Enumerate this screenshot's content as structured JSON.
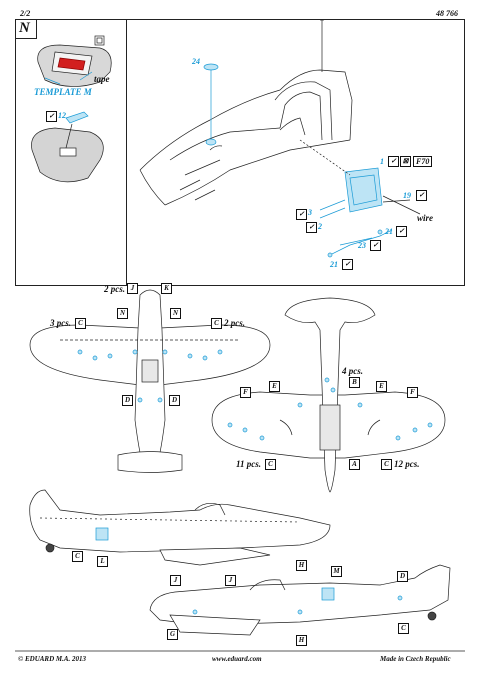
{
  "header": {
    "page": "2/2",
    "code": "48 766"
  },
  "section_n": {
    "letter": "N",
    "tape": "tape",
    "template": "TEMPLATE M",
    "part12": "12",
    "tape_icon": "tape-icon",
    "check_icon": "checkmark-box-icon"
  },
  "cockpit": {
    "p24": "24",
    "p1": "1",
    "f70": "F70",
    "p3": "3",
    "p2": "2",
    "p19": "19",
    "wire": "wire",
    "p21a": "21",
    "p23": "23",
    "p21b": "21"
  },
  "wings": {
    "two_pcs": "2 pcs.",
    "three_pcs": "3 pcs.",
    "c_two_pcs": "2 pcs.",
    "four_pcs": "4 pcs.",
    "eleven_pcs": "11 pcs.",
    "twelve_pcs": "12 pcs.",
    "J": "J",
    "K": "K",
    "N1": "N",
    "N2": "N",
    "C1": "C",
    "C2": "C",
    "D1": "D",
    "D2": "D",
    "F1": "F",
    "E1": "E",
    "E2": "E",
    "F2": "F",
    "B": "B",
    "A": "A",
    "C3": "C",
    "C4": "C"
  },
  "sides": {
    "C_left": "C",
    "L": "L",
    "H_top": "H",
    "M": "M",
    "J1": "J",
    "J2": "J",
    "G": "G",
    "H_bottom": "H",
    "D": "D",
    "C_right": "C"
  },
  "footer": {
    "copyright": "© EDUARD  M.A. 2013",
    "url": "www.eduard.com",
    "made": "Made in Czech Republic"
  },
  "colors": {
    "accent": "#1a9bd6",
    "red": "#d21f1f",
    "gray": "#cfcfcf"
  }
}
